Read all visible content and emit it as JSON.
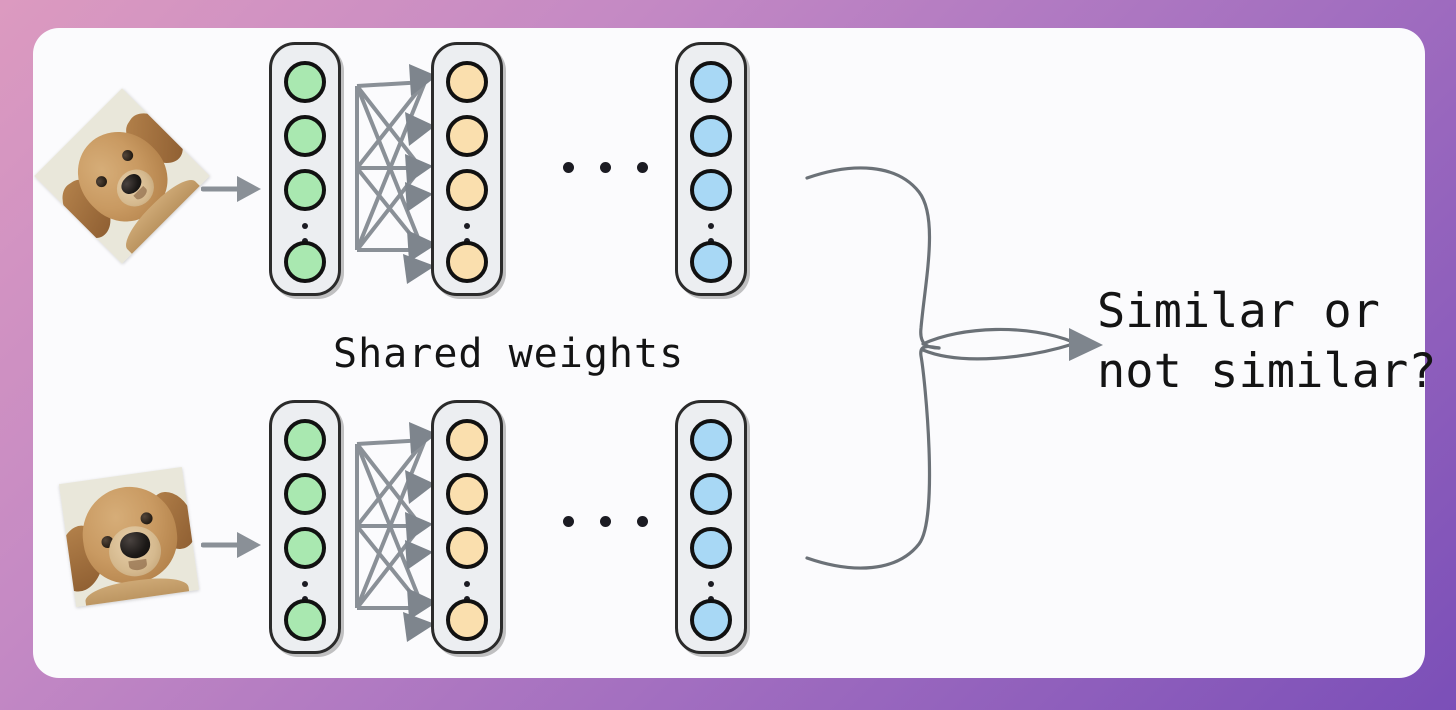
{
  "figure": {
    "title": "Siamese network similarity diagram",
    "background": {
      "gradient_from": "#dc9ac0",
      "gradient_to": "#7b4fb8",
      "card_color": "#fbfbfd"
    },
    "labels": {
      "shared_weights": "Shared weights",
      "verdict_line1": "Similar or",
      "verdict_line2": "not similar?",
      "ellipsis": "..."
    },
    "palette": {
      "green_node": "#a9e8b0",
      "orange_node": "#fadfae",
      "blue_node": "#a8d8f5",
      "node_outline": "#111111",
      "layer_fill": "#eceef1",
      "layer_outline": "#2b2b2b",
      "arrow_gray": "#7a8088",
      "curve_gray": "#6b7177"
    },
    "branches": [
      {
        "id": "top",
        "input_image": {
          "name": "golden-retriever-adult-photo",
          "alt": "Golden retriever dog face photo, rotated 45 degrees",
          "rotation_deg": -45
        },
        "layers": [
          {
            "name": "input-layer",
            "color": "green",
            "nodes": 4,
            "has_vertical_dots": true
          },
          {
            "name": "hidden-layer",
            "color": "orange",
            "nodes": 4,
            "has_vertical_dots": true
          },
          {
            "name": "embedding-layer",
            "color": "blue",
            "nodes": 4,
            "has_vertical_dots": true
          }
        ]
      },
      {
        "id": "bottom",
        "input_image": {
          "name": "golden-retriever-puppy-photo",
          "alt": "Golden retriever puppy face photo, slightly rotated",
          "rotation_deg": -8
        },
        "layers": [
          {
            "name": "input-layer",
            "color": "green",
            "nodes": 4,
            "has_vertical_dots": true
          },
          {
            "name": "hidden-layer",
            "color": "orange",
            "nodes": 4,
            "has_vertical_dots": true
          },
          {
            "name": "embedding-layer",
            "color": "blue",
            "nodes": 4,
            "has_vertical_dots": true
          }
        ]
      }
    ]
  }
}
